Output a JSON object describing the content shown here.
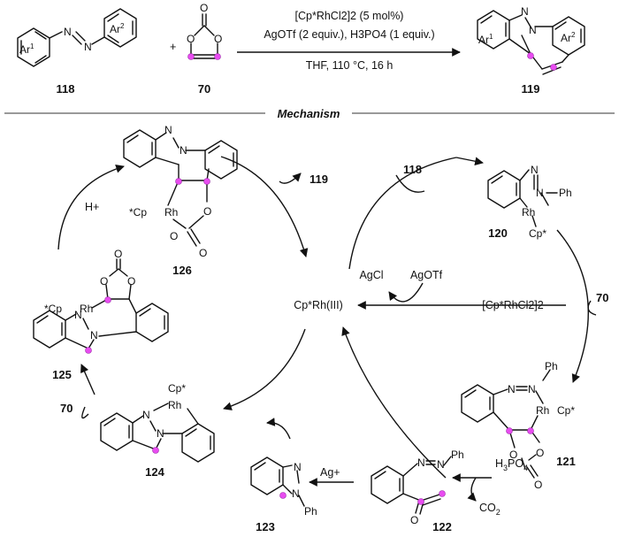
{
  "reaction": {
    "reagents_line1": "[Cp*RhCl2]2 (5 mol%)",
    "reagents_line2": "AgOTf (2 equiv.), H3PO4 (1 equiv.)",
    "conditions": "THF, 110 °C, 16 h",
    "plus": "+",
    "compound_118": "118",
    "compound_70": "70",
    "compound_119": "119"
  },
  "atoms": {
    "ar1": "Ar",
    "ar1_sup": "1",
    "ar2": "Ar",
    "ar2_sup": "2",
    "n": "N",
    "o": "O",
    "rh": "Rh",
    "ph": "Ph",
    "cp_star": "Cp*",
    "star_cp": "*Cp"
  },
  "section_title": "Mechanism",
  "mechanism": {
    "catalyst": "Cp*Rh(III)",
    "precatalyst": "[Cp*RhCl2]2",
    "agcl": "AgCl",
    "agotf": "AgOTf",
    "h_plus": "H+",
    "ag_plus": "Ag+",
    "h3po4": "H3PO4",
    "co2": "CO2",
    "labels": [
      "118",
      "119",
      "120",
      "70",
      "121",
      "122",
      "123",
      "124",
      "70",
      "125",
      "126"
    ]
  }
}
